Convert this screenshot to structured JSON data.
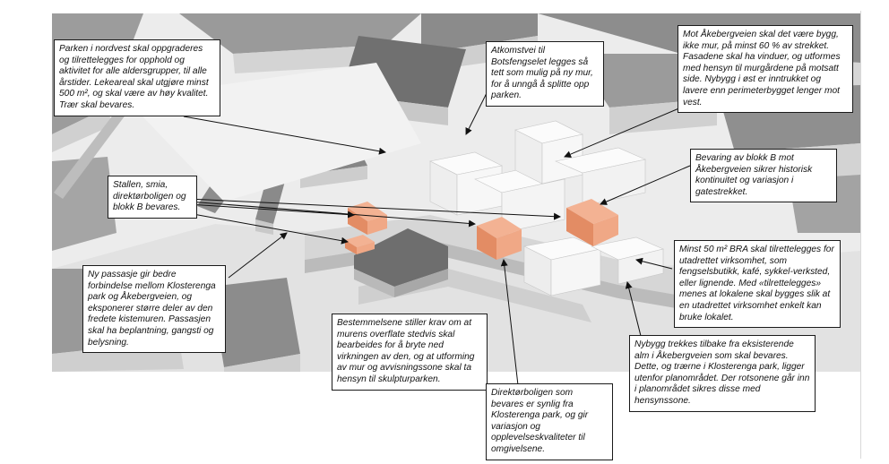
{
  "annotations": {
    "park": "Parken i nordvest skal oppgraderes og tilrettelegges for opphold og aktivitet for alle aldersgrupper, til alle årstider. Lekeareal skal utgjøre minst 500 m², og skal være av høy kvalitet. Trær skal bevares.",
    "access": "Atkomstvei til Botsfengselet legges så tett som mulig på ny mur, for å unngå å splitte opp parken.",
    "akebergveien": "Mot Åkebergveien skal det være bygg, ikke mur, på minst 60 % av strekket. Fasadene skal ha vinduer, og utformes med hensyn til murgårdene på motsatt side. Nybygg i øst er inntrukket og lavere enn perimeterbygget lenger mot vest.",
    "blokk_b": "Bevaring av blokk B mot Åkebergveien sikrer historisk kontinuitet og variasjon i gatestrekket.",
    "stallen": "Stallen, smia, direktørboligen og blokk B bevares.",
    "bra": "Minst 50 m² BRA skal tilrettelegges for utadrettet virksomhet, som fengselsbutikk, kafé, sykkel-verksted, eller lignende. Med «tilrettelegges» menes at lokalene skal bygges slik at en utadrettet virksomhet enkelt kan bruke lokalet.",
    "passage": "Ny passasje gir bedre forbindelse mellom Klosterenga park og Åkebergveien, og eksponerer større deler av den fredete kistemuren. Passasjen skal ha beplantning, gangsti og belysning.",
    "wall": "Bestemmelsene stiller krav om at murens overflate stedvis skal bearbeides for å bryte ned virkningen av den, og at utforming av mur og avvisningssone skal ta hensyn til skulpturparken.",
    "director": "Direktørboligen som bevares er synlig fra Klosterenga park, og gir variasjon og opplevelseskvaliteter til omgivelsene.",
    "nybygg": "Nybygg trekkes tilbake fra eksisterende alm i Åkebergveien som skal bevares. Dette, og trærne i Klosterenga park, ligger utenfor planområdet. Der rotsonene går inn i planområdet sikres disse med hensynssone."
  },
  "colors": {
    "preserved": "#f0a886",
    "preserved_dark": "#d4784f",
    "new_building": "#f7f7f7",
    "existing_roof": "#8e8e8e",
    "existing_wall": "#d0d0d0",
    "ground": "#e9e9e9"
  }
}
